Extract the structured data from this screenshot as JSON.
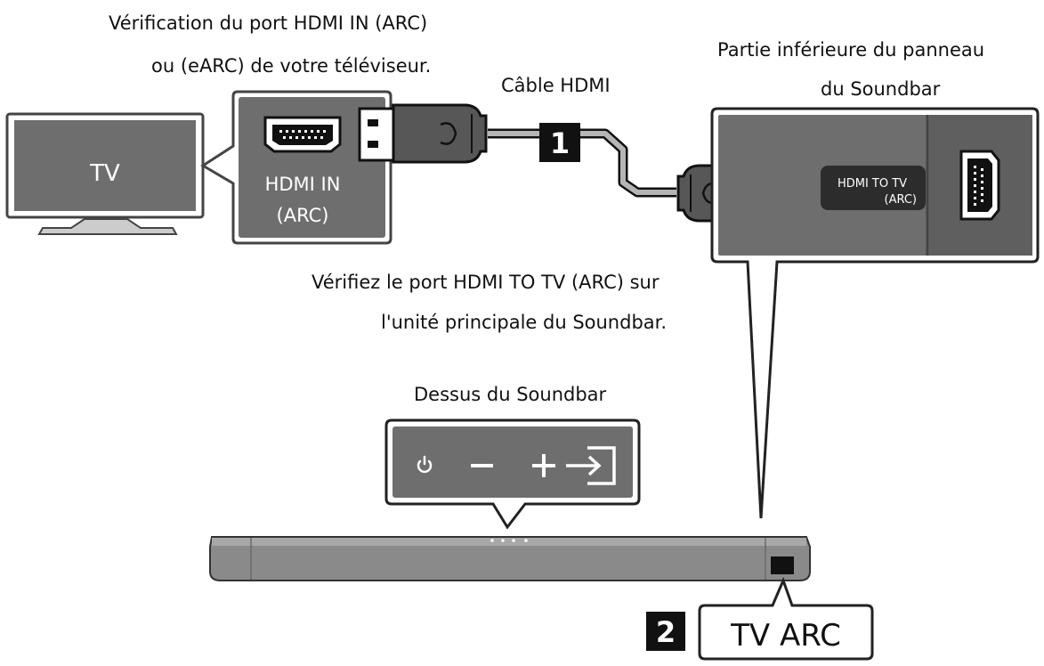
{
  "labels": {
    "tv_port_check_line1": "Vérification du port HDMI IN (ARC)",
    "tv_port_check_line2": "ou (eARC) de votre téléviseur.",
    "cable": "Câble HDMI",
    "soundbar_bottom_line1": "Partie inférieure du panneau",
    "soundbar_bottom_line2": "du Soundbar",
    "soundbar_port_check_line1": "Vérifiez le port HDMI TO TV (ARC) sur",
    "soundbar_port_check_line2": "l'unité principale du Soundbar.",
    "soundbar_top": "Dessus du Soundbar"
  },
  "tv": {
    "label": "TV"
  },
  "tv_port": {
    "line1": "HDMI IN",
    "line2": "(ARC)"
  },
  "soundbar_port": {
    "line1": "HDMI TO TV",
    "line2": "(ARC)"
  },
  "steps": {
    "step1": "1",
    "step2": "2"
  },
  "indicator": {
    "label": "TV ARC"
  },
  "top_panel_icons": [
    "power-icon",
    "minus-icon",
    "plus-icon",
    "source-icon"
  ]
}
